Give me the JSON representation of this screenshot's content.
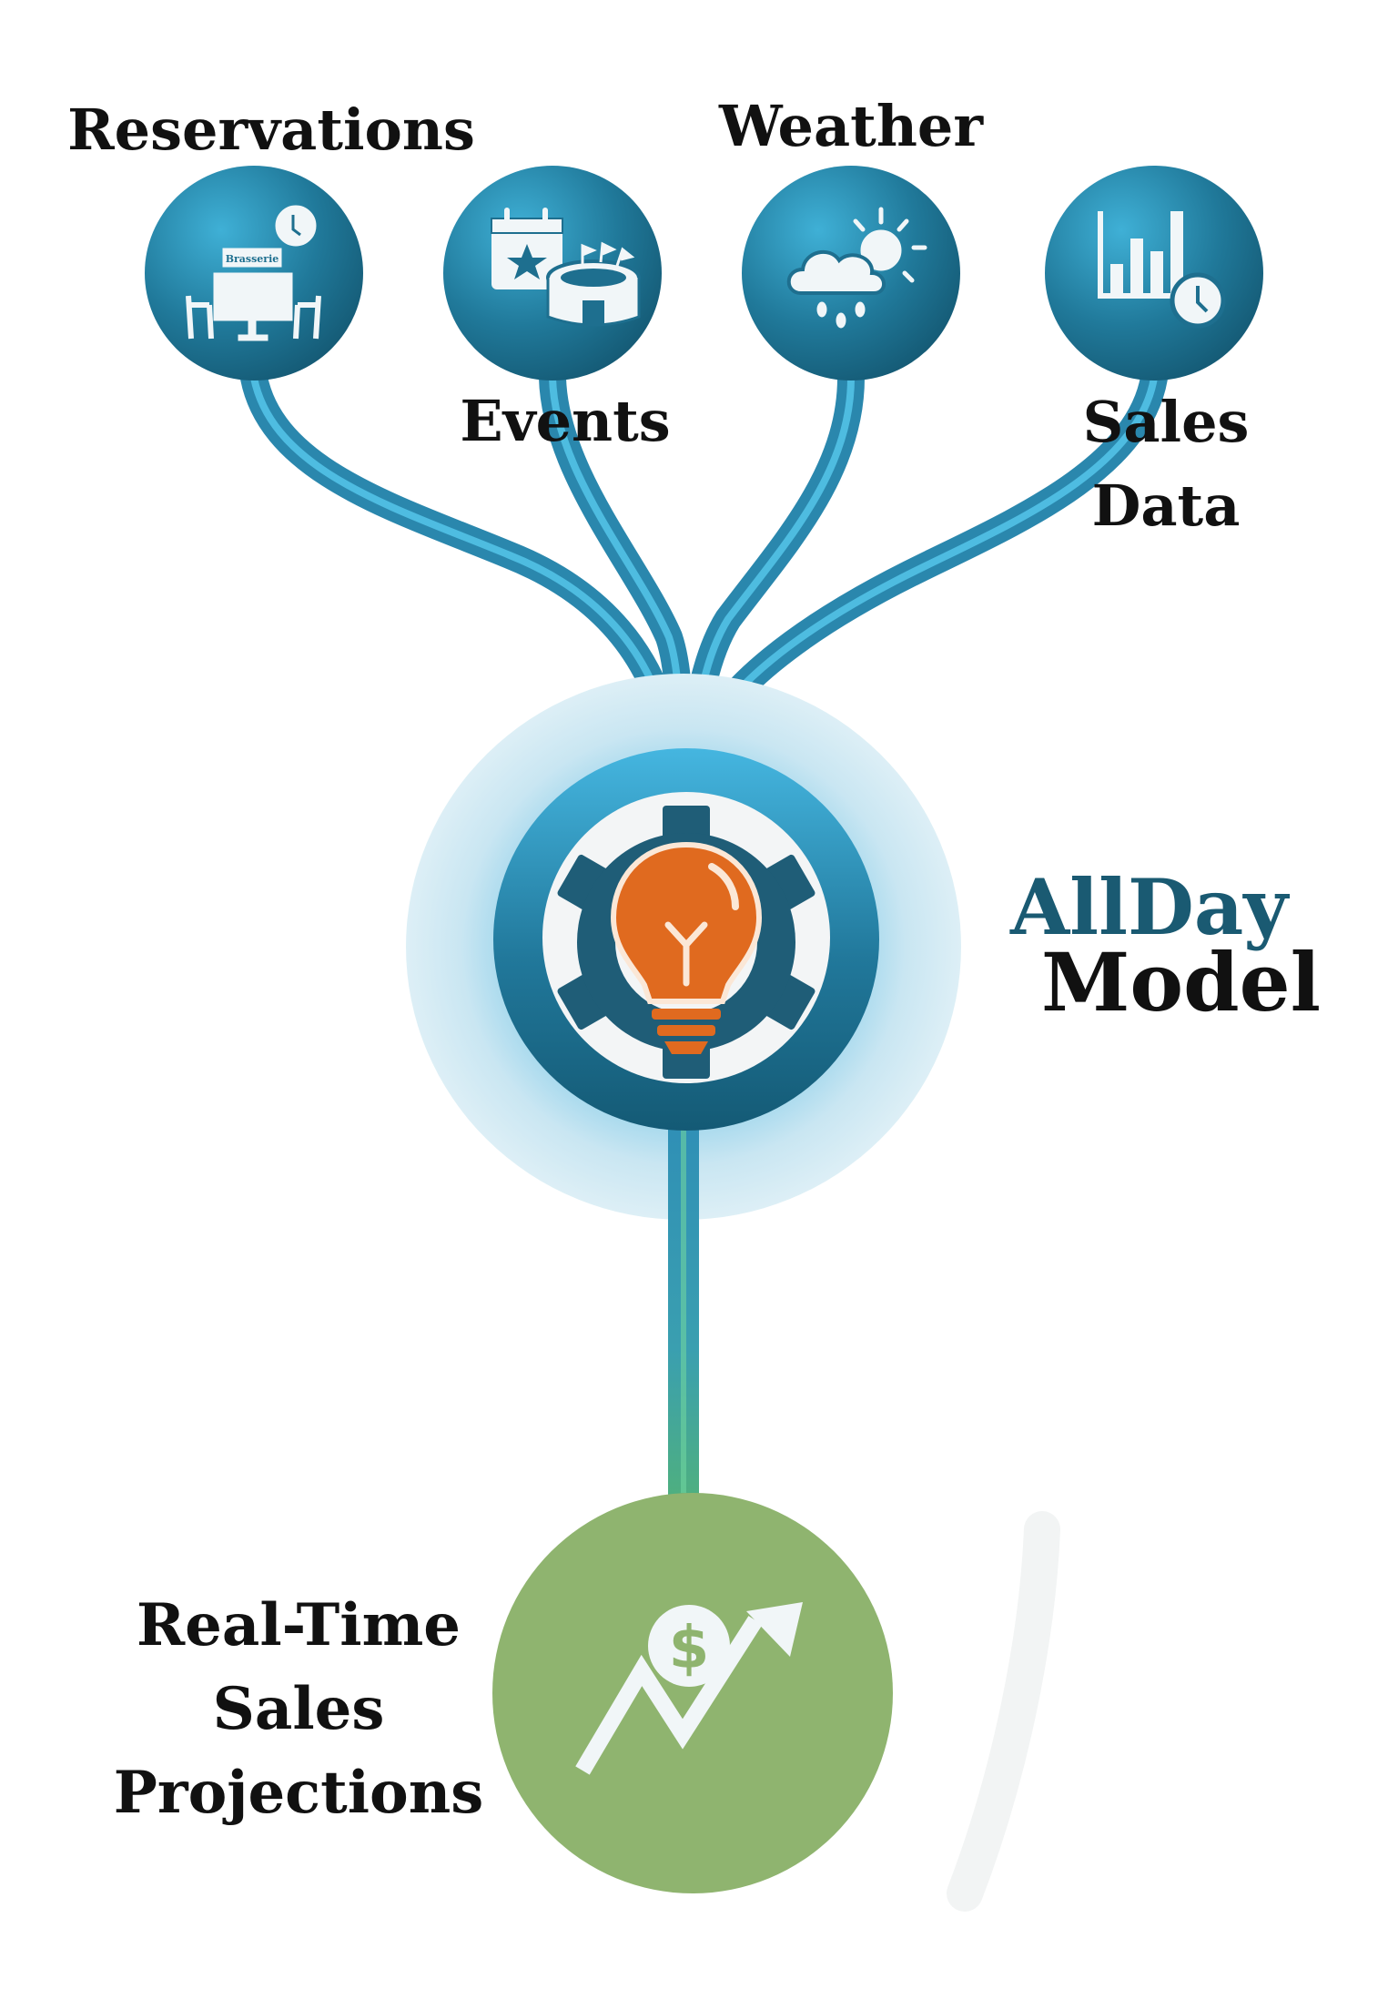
{
  "diagram": {
    "title": "AllDay Model data flow",
    "inputs": [
      {
        "id": "reservations",
        "label": "Reservations",
        "icon": "restaurant-table-clock-icon"
      },
      {
        "id": "events",
        "label": "Events",
        "icon": "calendar-stadium-icon"
      },
      {
        "id": "weather",
        "label": "Weather",
        "icon": "cloud-sun-rain-icon"
      },
      {
        "id": "sales_data",
        "label_line1": "Sales",
        "label_line2": "Data",
        "icon": "bar-chart-clock-icon"
      }
    ],
    "reservation_sign_text": "Brasserie",
    "model": {
      "name_line1": "AllDay",
      "name_line2": "Model",
      "icon": "gear-lightbulb-icon"
    },
    "output": {
      "label_line1": "Real-Time",
      "label_line2": "Sales",
      "label_line3": "Projections",
      "icon": "dollar-trend-up-icon",
      "dollar_symbol": "$"
    },
    "colors": {
      "node_dark": "#1d6a86",
      "node_light": "#3aa8cf",
      "pipe": "#2f8fb6",
      "pipe_highlight": "#55c6ea",
      "glow": "#cfe7f1",
      "model_ring": "#22789b",
      "gear": "#1f5d77",
      "bulb": "#e06a1f",
      "output_green": "#8fb46f",
      "stem_green": "#4fb07e",
      "title_blue": "#1a5a72",
      "text": "#111111"
    }
  }
}
